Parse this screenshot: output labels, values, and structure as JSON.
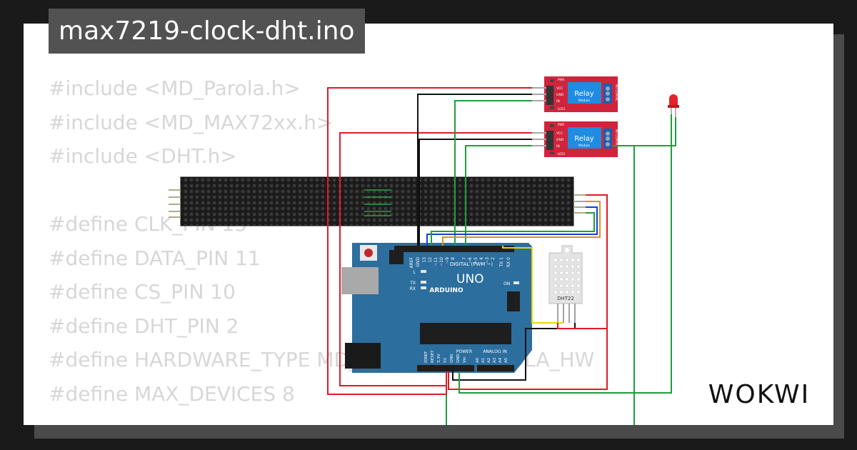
{
  "project": {
    "filename": "max7219-clock-dht.ino"
  },
  "code_lines": [
    "#include <MD_Parola.h>",
    "#include <MD_MAX72xx.h>",
    "#include <DHT.h>",
    "",
    "#define CLK_PIN 13",
    "#define DATA_PIN 11",
    "#define CS_PIN 10",
    "#define DHT_PIN 2",
    "#define HARDWARE_TYPE MD_MAX72XX::PAROLA_HW",
    "#define MAX_DEVICES 8"
  ],
  "brand": {
    "logo_text": "WOKWI"
  },
  "components": {
    "relay_1": {
      "label": "Relay",
      "sub_label": "Module",
      "pins": [
        "VCC",
        "GND",
        "IN"
      ],
      "side_labels": [
        "NO COM NC"
      ],
      "led_labels": [
        "PWR",
        "LED1"
      ]
    },
    "relay_2": {
      "label": "Relay",
      "sub_label": "Module",
      "pins": [
        "VCC",
        "GND",
        "IN"
      ],
      "side_labels": [
        "NO COM NC"
      ],
      "led_labels": [
        "PWR",
        "LED1"
      ]
    },
    "dht_sensor": {
      "label": "DHT22"
    },
    "arduino": {
      "brand": "ARDUINO",
      "model": "UNO",
      "digital_label": "DIGITAL (PWM ~)",
      "power_label": "POWER",
      "analog_label": "ANALOG IN",
      "led_labels": [
        "L",
        "TX",
        "RX",
        "ON"
      ],
      "header_top_labels": [
        "AREF",
        "GND",
        "13",
        "12",
        "~11",
        "~10",
        "~9",
        "8",
        "7",
        "~6",
        "~5",
        "4",
        "~3",
        "2",
        "TX 1",
        "RX 0"
      ],
      "power_pin_labels": [
        "IOREF",
        "RESET",
        "3.3V",
        "5V",
        "GND",
        "GND",
        "Vin"
      ],
      "analog_pin_labels": [
        "A0",
        "A1",
        "A2",
        "A3",
        "A4",
        "A5"
      ]
    }
  },
  "colors": {
    "background": "#1a1a1a",
    "card": "#ffffff",
    "title_bg": "#525252",
    "code_text": "#d7d7d7",
    "arduino_blue": "#2c6e9e",
    "relay_red": "#d0243c",
    "wire_red": "#e01b24",
    "wire_black": "#111111",
    "wire_green": "#1f9e3a",
    "wire_blue": "#1c3ccf",
    "wire_orange": "#e09020",
    "wire_yellow": "#f0d400"
  }
}
